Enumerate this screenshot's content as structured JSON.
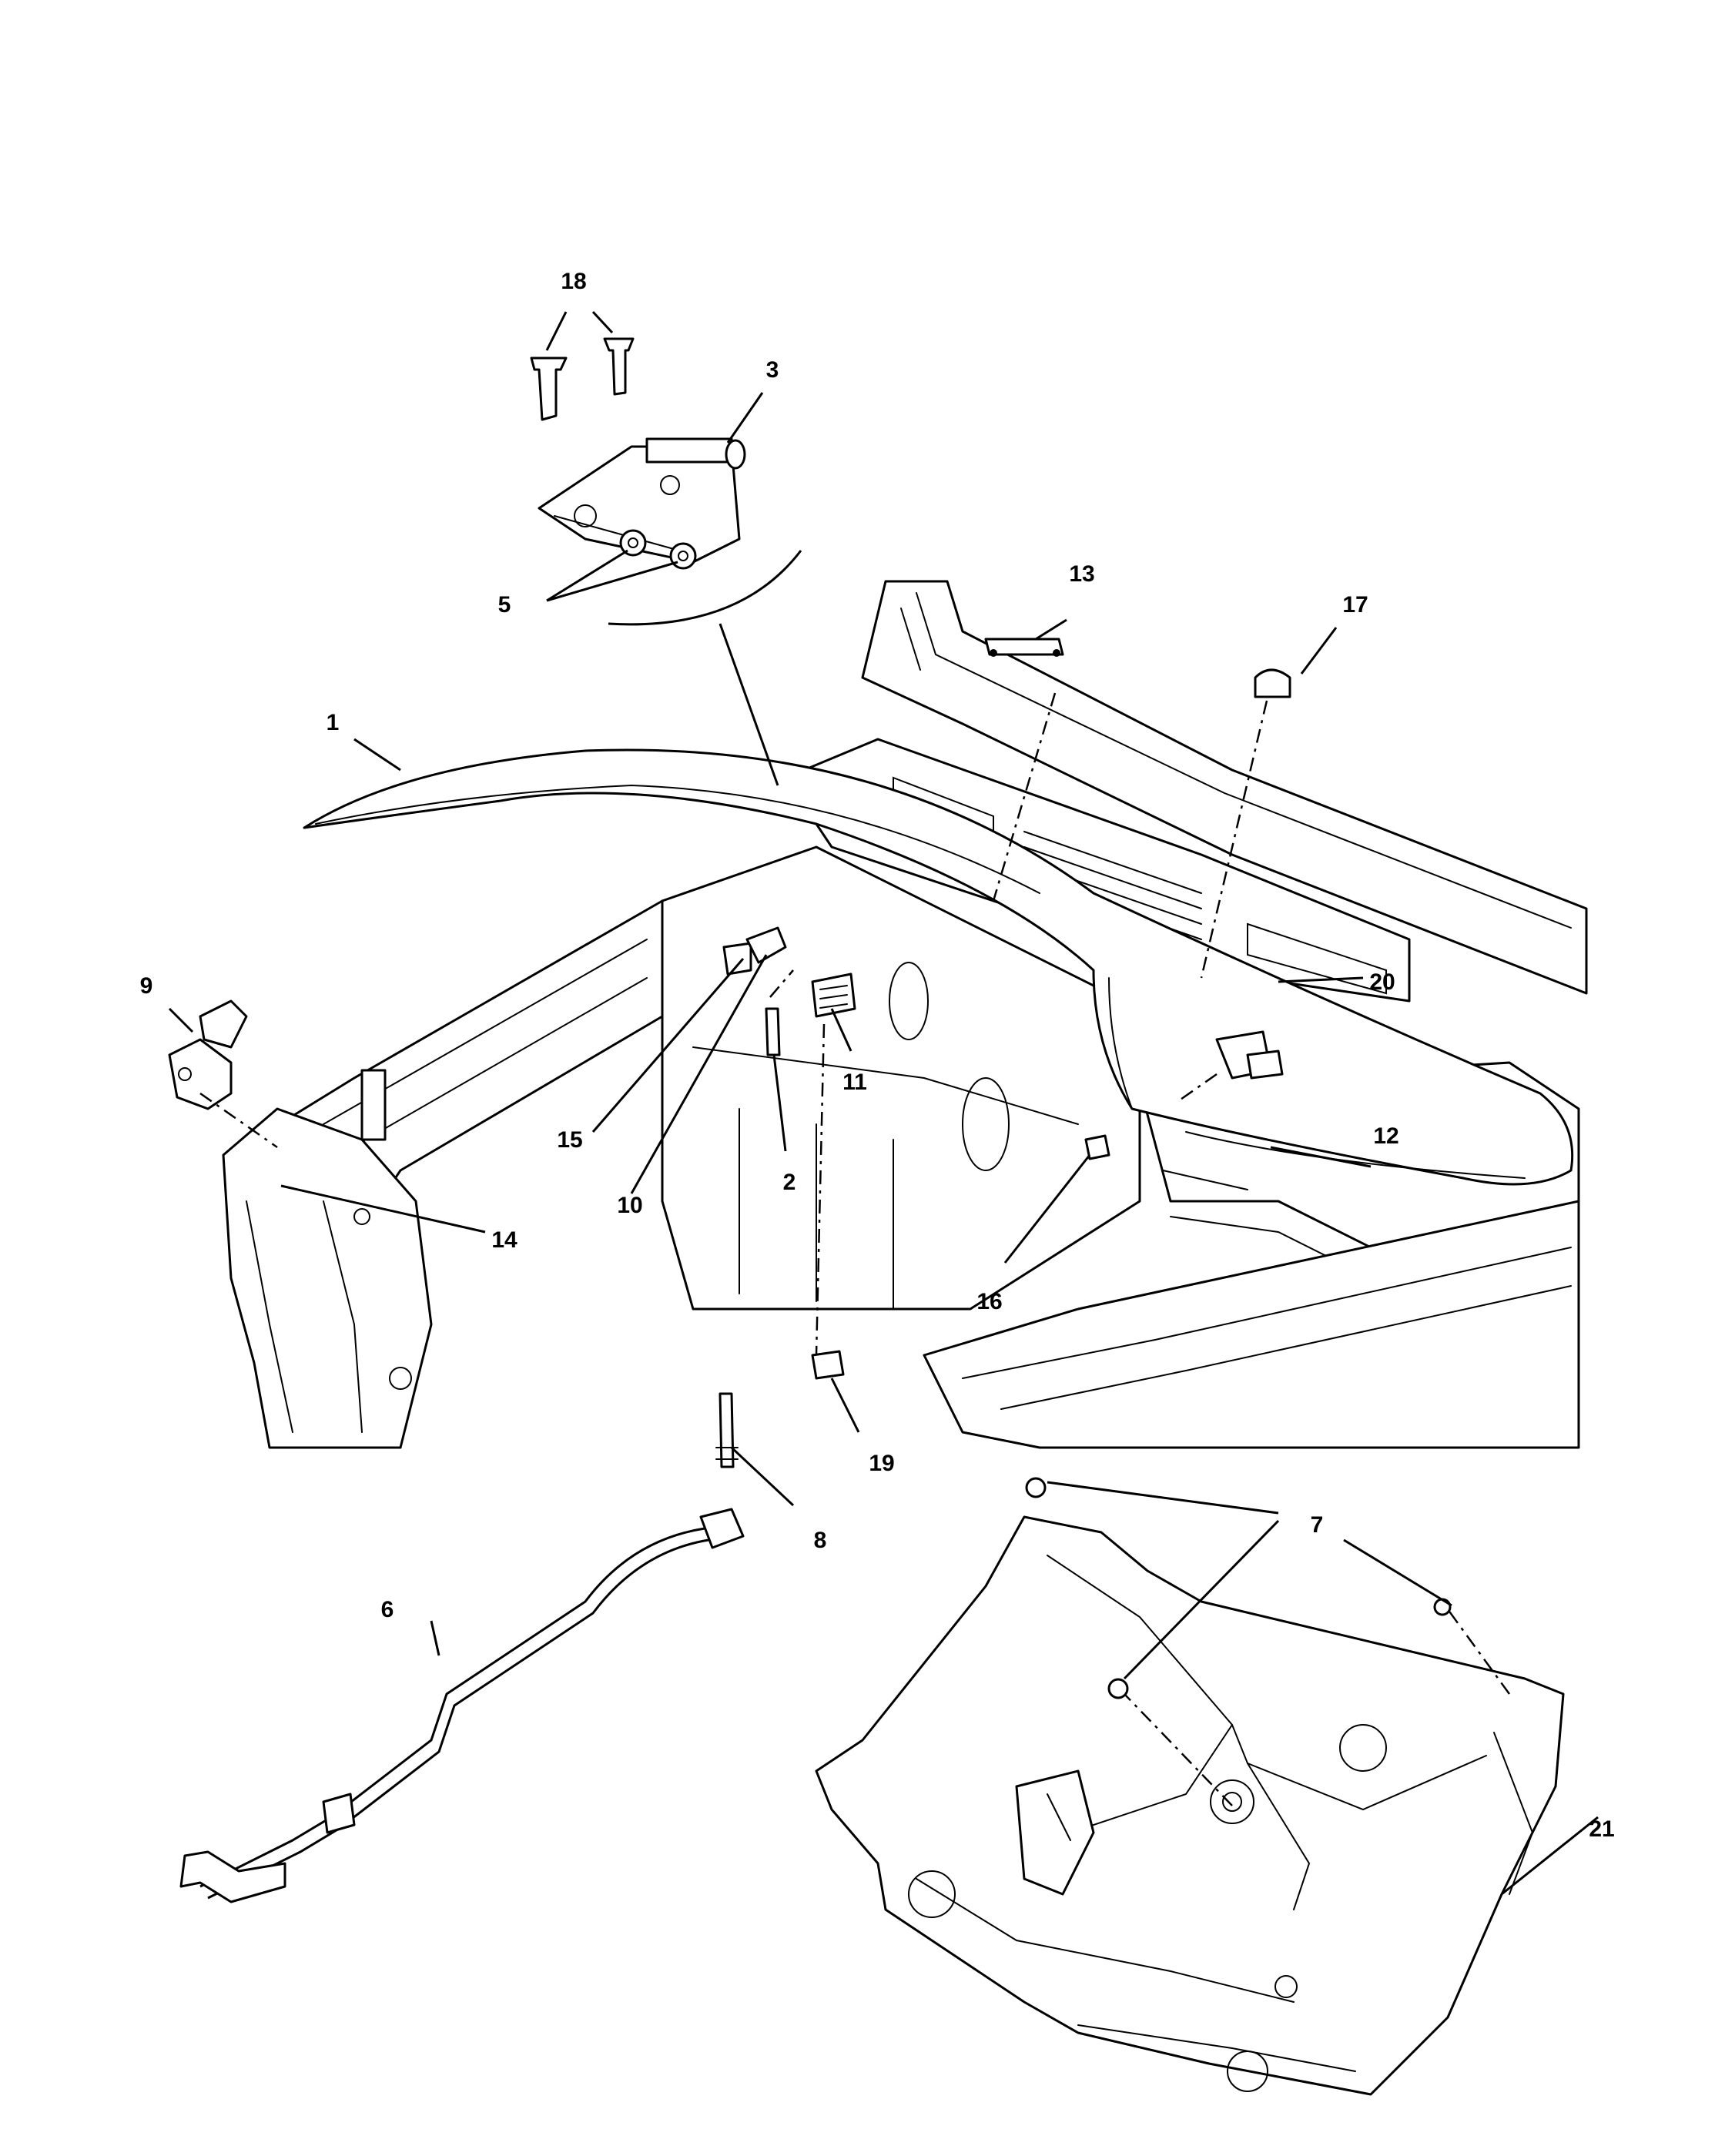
{
  "callouts": {
    "c1": "1",
    "c2": "2",
    "c3": "3",
    "c5": "5",
    "c6": "6",
    "c7": "7",
    "c8": "8",
    "c9": "9",
    "c10": "10",
    "c11": "11",
    "c12": "12",
    "c13": "13",
    "c14": "14",
    "c15": "15",
    "c16": "16",
    "c17": "17",
    "c18": "18",
    "c19": "19",
    "c20": "20",
    "c21": "21"
  }
}
